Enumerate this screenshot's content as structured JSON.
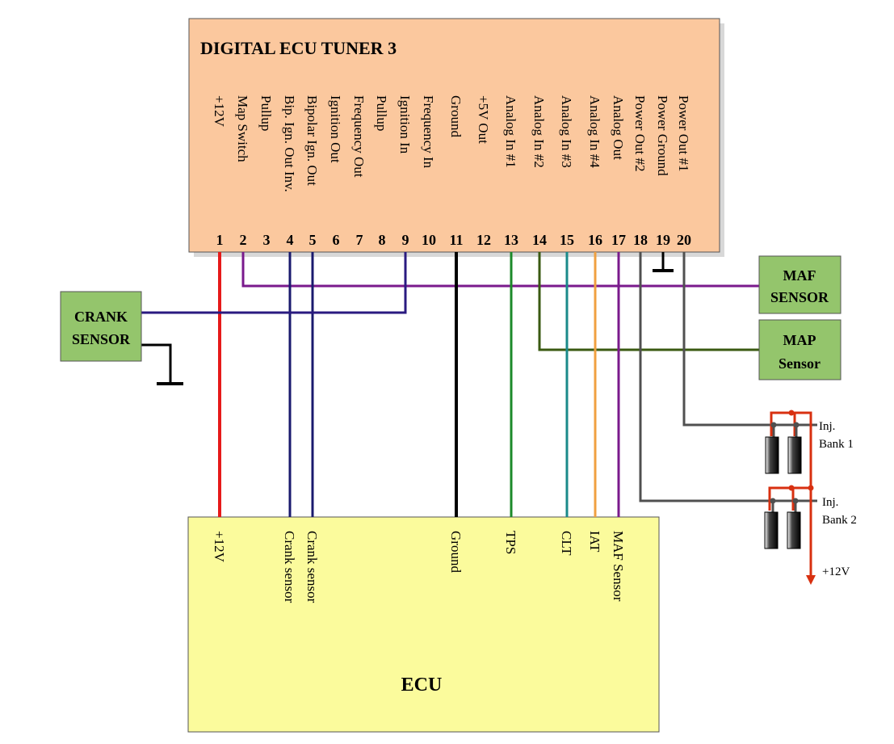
{
  "tuner": {
    "title": "DIGITAL ECU TUNER 3",
    "pins": [
      {
        "num": "1",
        "label": "+12V"
      },
      {
        "num": "2",
        "label": "Map Switch"
      },
      {
        "num": "3",
        "label": "Pullup"
      },
      {
        "num": "4",
        "label": "Bip. Ign. Out Inv."
      },
      {
        "num": "5",
        "label": "Bipolar Ign. Out"
      },
      {
        "num": "6",
        "label": "Ignition Out"
      },
      {
        "num": "7",
        "label": "Frequency Out"
      },
      {
        "num": "8",
        "label": "Pullup"
      },
      {
        "num": "9",
        "label": "Ignition In"
      },
      {
        "num": "10",
        "label": "Frequency In"
      },
      {
        "num": "11",
        "label": "Ground"
      },
      {
        "num": "12",
        "label": "+5V Out"
      },
      {
        "num": "13",
        "label": "Analog In #1"
      },
      {
        "num": "14",
        "label": "Analog In #2"
      },
      {
        "num": "15",
        "label": "Analog In #3"
      },
      {
        "num": "16",
        "label": "Analog In #4"
      },
      {
        "num": "17",
        "label": "Analog Out"
      },
      {
        "num": "18",
        "label": "Power Out #2"
      },
      {
        "num": "19",
        "label": "Power Ground"
      },
      {
        "num": "20",
        "label": "Power Out #1"
      }
    ]
  },
  "ecu": {
    "title": "ECU",
    "inputs": [
      "+12V",
      "Crank sensor",
      "Crank sensor",
      "Ground",
      "TPS",
      "CLT",
      "IAT",
      "MAF Sensor"
    ]
  },
  "crank_sensor": {
    "line1": "CRANK",
    "line2": "SENSOR"
  },
  "maf_sensor": {
    "line1": "MAF",
    "line2": "SENSOR"
  },
  "map_sensor": {
    "line1": "MAP",
    "line2": "Sensor"
  },
  "injectors": {
    "bank1": {
      "line1": "Inj.",
      "line2": "Bank 1"
    },
    "bank2": {
      "line1": "Inj.",
      "line2": "Bank 2"
    },
    "supply": "+12V"
  },
  "colors": {
    "tuner_fill": "#fbc89e",
    "sensor_fill": "#94c56c",
    "ecu_fill": "#fbfb9c",
    "wire_red": "#e61a1a",
    "wire_purple": "#7a1a8c",
    "wire_indigo": "#2a1a80",
    "wire_navy": "#1a1a6e",
    "wire_black": "#000000",
    "wire_green": "#1c8a2a",
    "wire_olive": "#3a5a12",
    "wire_teal": "#1a8a8a",
    "wire_orange": "#f0a040",
    "wire_gray": "#505050",
    "inj_red": "#d83010"
  }
}
